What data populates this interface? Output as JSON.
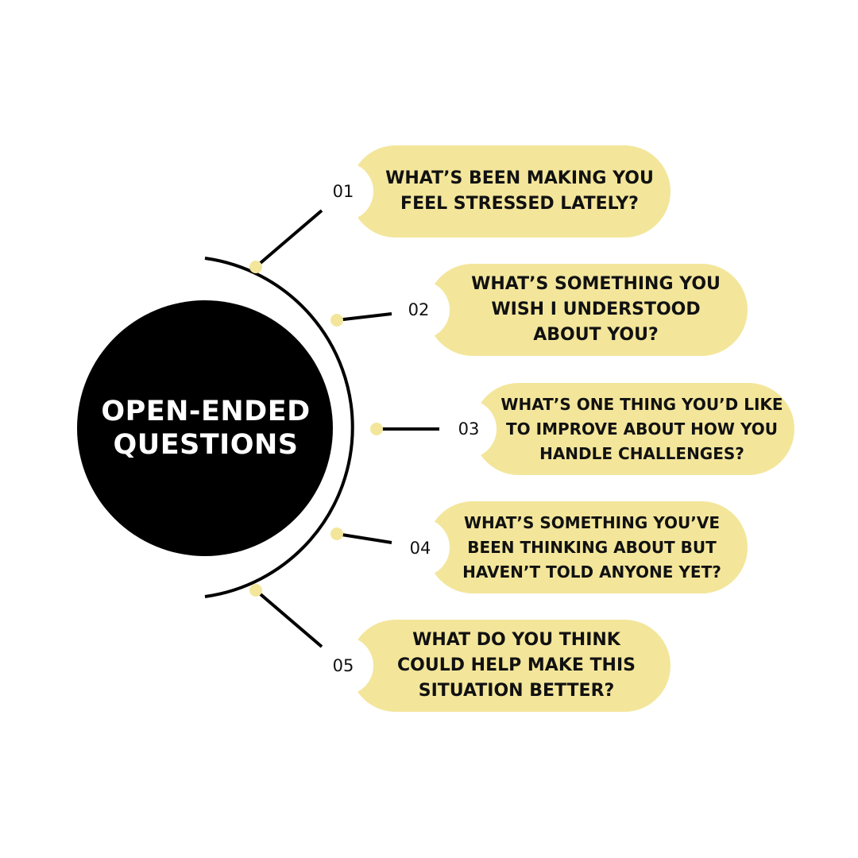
{
  "title": "OPEN-ENDED QUESTIONS",
  "colors": {
    "pill": "#F3E69B",
    "dot": "#F3E69B",
    "circle": "#000000",
    "line": "#000000",
    "background": "#FFFFFF"
  },
  "items": [
    {
      "number": "01",
      "text": "WHAT’S BEEN MAKING YOU FEEL STRESSED LATELY?"
    },
    {
      "number": "02",
      "text": "WHAT’S SOMETHING YOU WISH I UNDERSTOOD ABOUT YOU?"
    },
    {
      "number": "03",
      "text": "WHAT’S ONE THING YOU’D LIKE TO IMPROVE ABOUT HOW YOU HANDLE CHALLENGES?"
    },
    {
      "number": "04",
      "text": "WHAT’S SOMETHING YOU’VE BEEN THINKING ABOUT BUT HAVEN’T TOLD ANYONE YET?"
    },
    {
      "number": "05",
      "text": "WHAT DO YOU THINK COULD HELP MAKE THIS SITUATION BETTER?"
    }
  ]
}
